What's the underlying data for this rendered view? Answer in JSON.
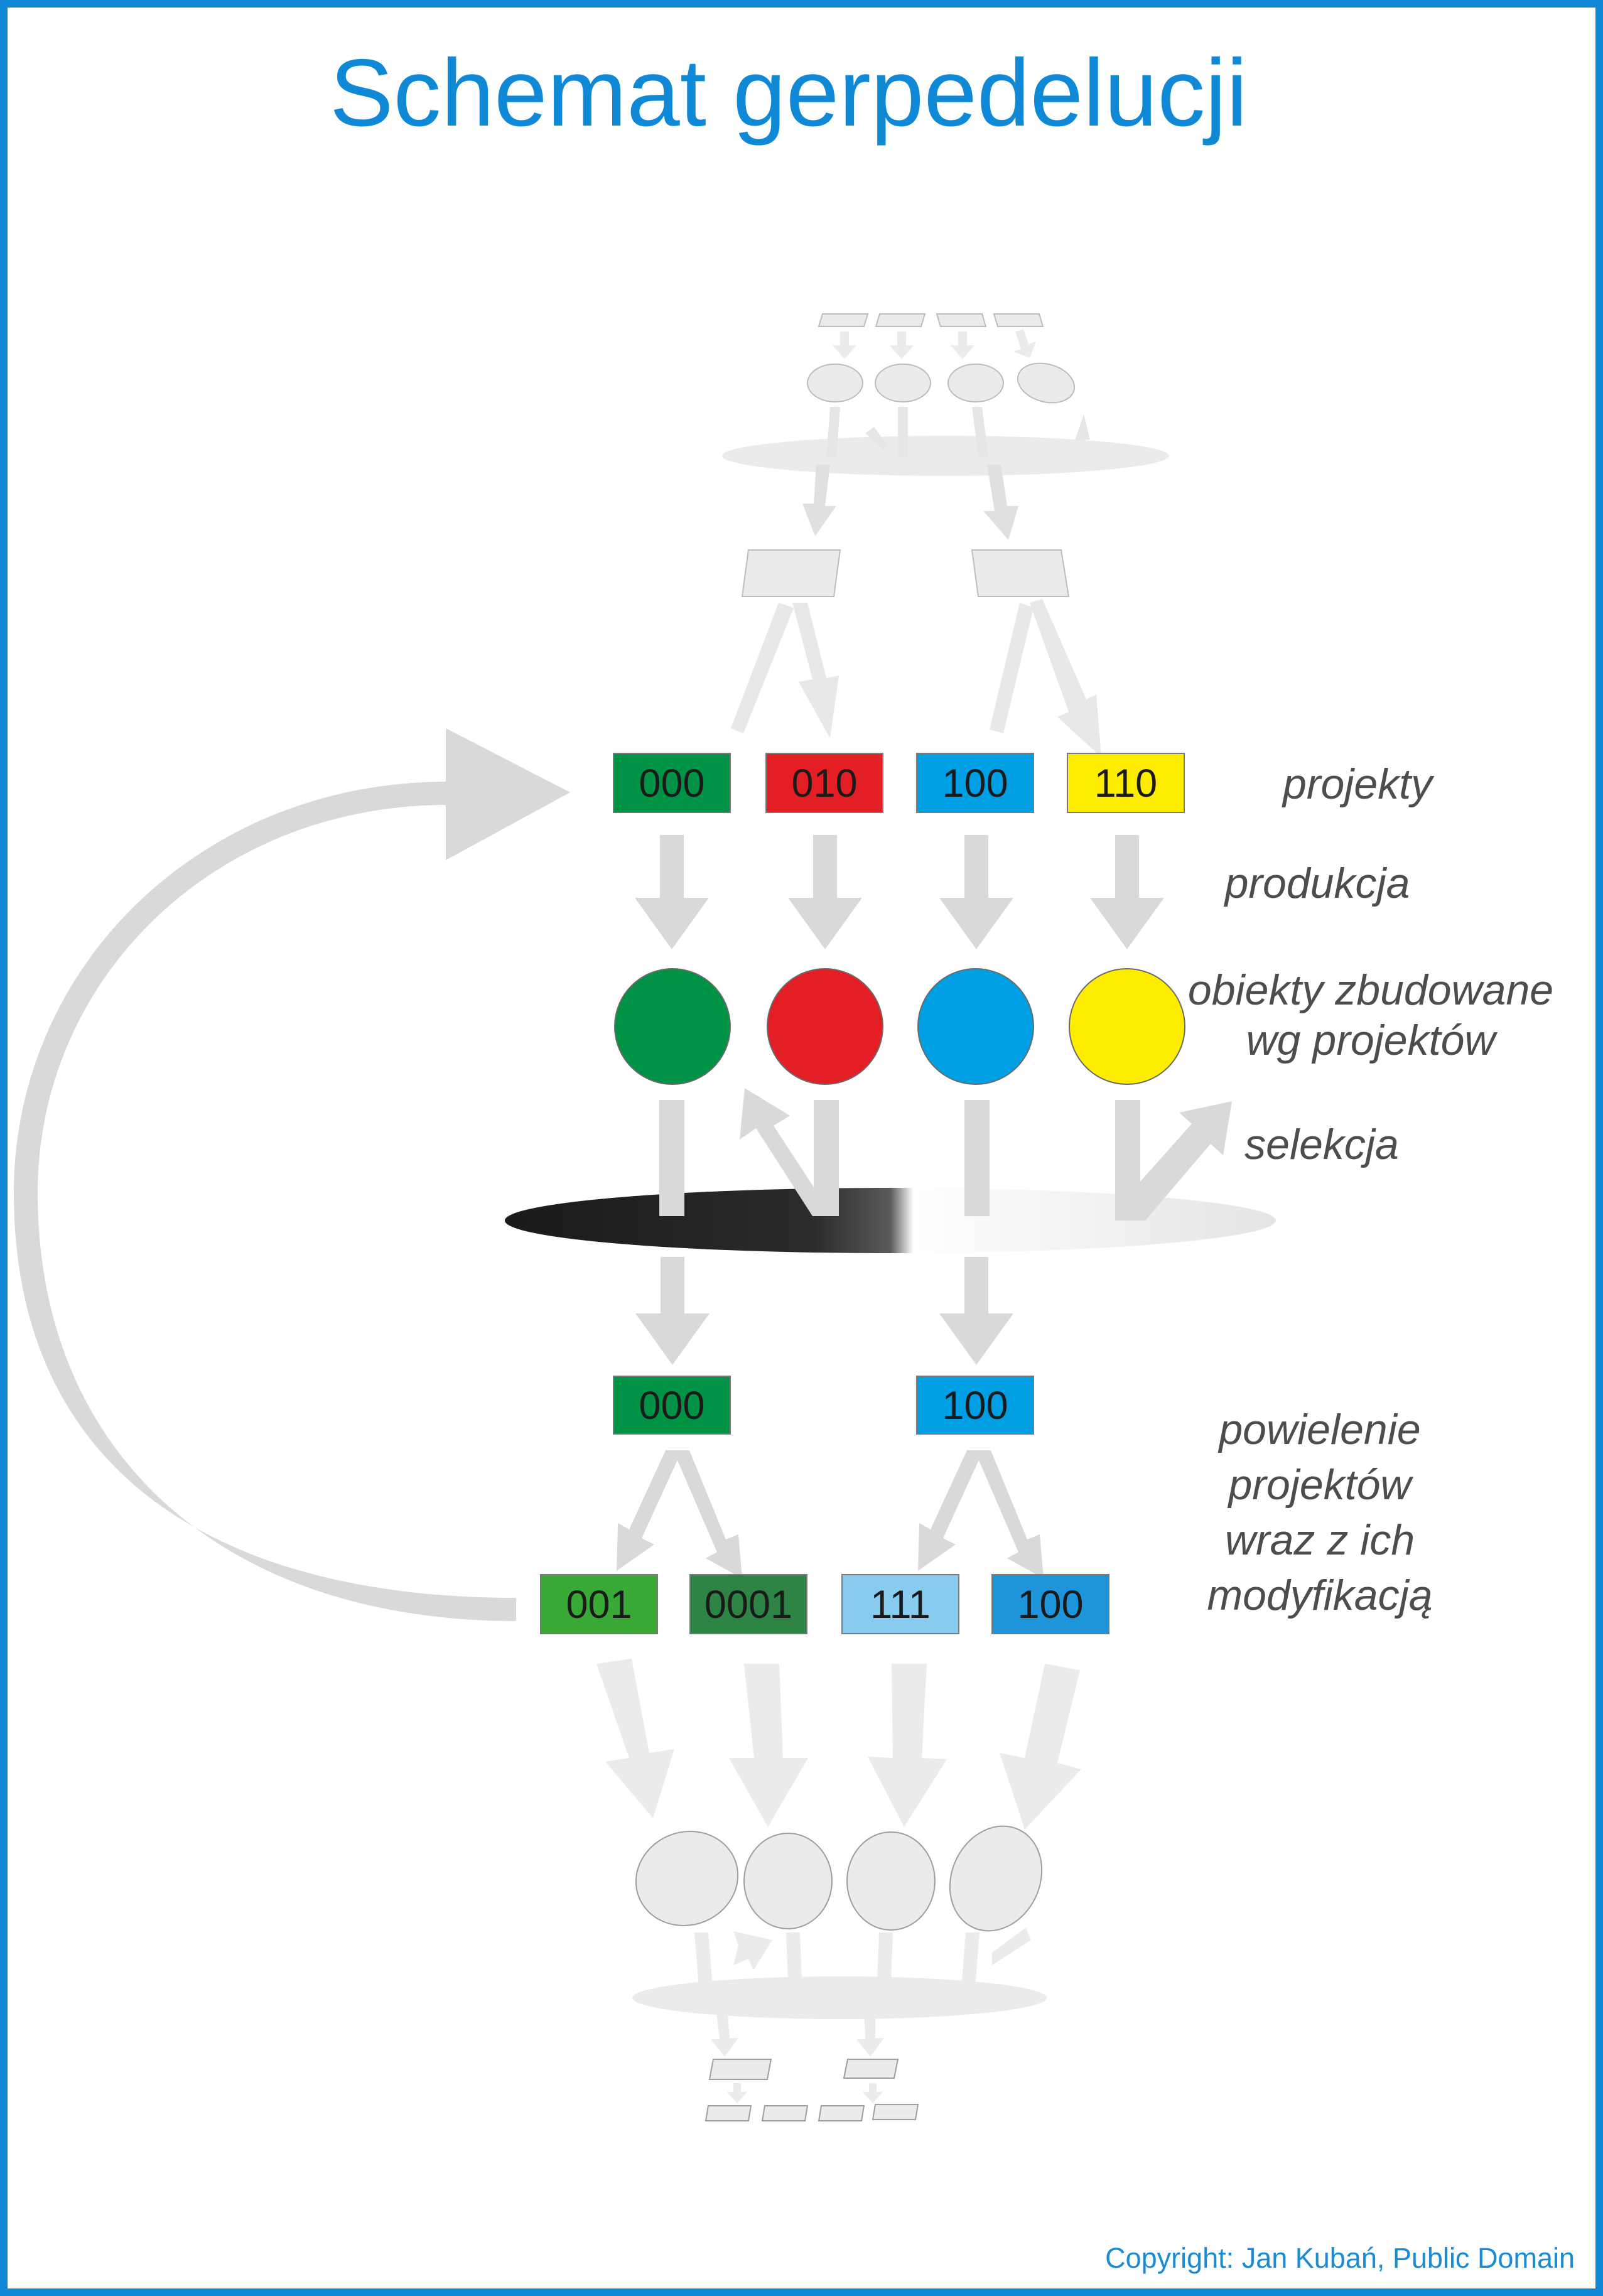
{
  "title": "Schemat gerpedelucji",
  "copyright": "Copyright: Jan Kubań, Public Domain",
  "labels": {
    "projects": "projekty",
    "production": "produkcja",
    "built_line1": "obiekty zbudowane",
    "built_line2": "wg projektów",
    "selection": "selekcja",
    "dup_line1": "powielenie",
    "dup_line2": "projektów",
    "dup_line3": "wraz z ich",
    "dup_line4": "modyfikacją"
  },
  "projects": [
    {
      "code": "000",
      "color": "#009245",
      "text_color": "#1a1a1a"
    },
    {
      "code": "010",
      "color": "#e31e24",
      "text_color": "#1a1a1a"
    },
    {
      "code": "100",
      "color": "#009fe3",
      "text_color": "#1a1a1a"
    },
    {
      "code": "110",
      "color": "#ffed00",
      "text_color": "#1a1a1a"
    }
  ],
  "built_objects": [
    {
      "color": "#009245"
    },
    {
      "color": "#e31e24"
    },
    {
      "color": "#009fe3"
    },
    {
      "color": "#ffed00"
    }
  ],
  "selected": [
    {
      "code": "000",
      "color": "#009245"
    },
    {
      "code": "100",
      "color": "#009fe3"
    }
  ],
  "offspring": [
    {
      "code": "001",
      "color": "#39a935"
    },
    {
      "code": "0001",
      "color": "#2d8445"
    },
    {
      "code": "111",
      "color": "#87cbef"
    },
    {
      "code": "100",
      "color": "#1e95db"
    }
  ],
  "colors": {
    "frame": "#0f88d6",
    "arrow": "#d9d9d9",
    "faded": "#ebebeb"
  }
}
